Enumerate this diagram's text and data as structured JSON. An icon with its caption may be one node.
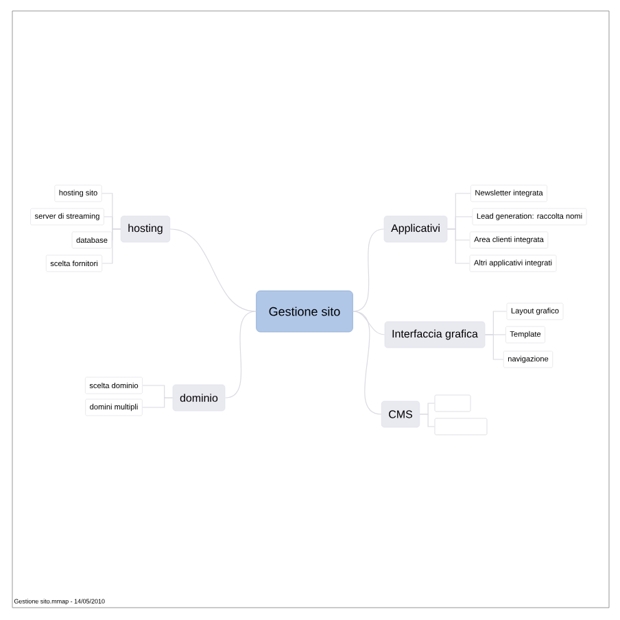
{
  "diagram": {
    "nodes": [
      {
        "text": [
          "Gestione sito"
        ]
      },
      {
        "text": [
          "hosting"
        ]
      },
      {
        "text": [
          "hosting sito"
        ]
      },
      {
        "text": [
          "server di streaming"
        ]
      },
      {
        "text": [
          "database"
        ]
      },
      {
        "text": [
          "scelta fornitori"
        ]
      },
      {
        "text": [
          "dominio"
        ]
      },
      {
        "text": [
          "scelta dominio"
        ]
      },
      {
        "text": [
          "domini multipli"
        ]
      },
      {
        "text": [
          "Applicativi"
        ]
      },
      {
        "text": [
          "Newsletter integrata"
        ]
      },
      {
        "text": [
          "Lead generation: raccolta nomi"
        ]
      },
      {
        "text": [
          "Area clienti integrata"
        ]
      },
      {
        "text": [
          "Altri applicativi integrati"
        ]
      },
      {
        "text": [
          "Interfaccia grafica"
        ]
      },
      {
        "text": [
          "Layout grafico"
        ]
      },
      {
        "text": [
          "Template"
        ]
      },
      {
        "text": [
          "navigazione"
        ]
      },
      {
        "text": [
          "CMS"
        ]
      },
      {
        "text": [],
        "shape": "box"
      },
      {
        "text": [],
        "shape": "box"
      }
    ],
    "edges": [
      {
        "from": 0,
        "to": 1,
        "arrow": "none"
      },
      {
        "from": 1,
        "to": 2,
        "arrow": "none"
      },
      {
        "from": 1,
        "to": 3,
        "arrow": "none"
      },
      {
        "from": 1,
        "to": 4,
        "arrow": "none"
      },
      {
        "from": 1,
        "to": 5,
        "arrow": "none"
      },
      {
        "from": 0,
        "to": 6,
        "arrow": "none"
      },
      {
        "from": 6,
        "to": 7,
        "arrow": "none"
      },
      {
        "from": 6,
        "to": 8,
        "arrow": "none"
      },
      {
        "from": 0,
        "to": 9,
        "arrow": "none"
      },
      {
        "from": 9,
        "to": 10,
        "arrow": "none"
      },
      {
        "from": 9,
        "to": 11,
        "arrow": "none"
      },
      {
        "from": 9,
        "to": 12,
        "arrow": "none"
      },
      {
        "from": 9,
        "to": 13,
        "arrow": "none"
      },
      {
        "from": 0,
        "to": 14,
        "arrow": "none"
      },
      {
        "from": 14,
        "to": 15,
        "arrow": "none"
      },
      {
        "from": 14,
        "to": 16,
        "arrow": "none"
      },
      {
        "from": 14,
        "to": 17,
        "arrow": "none"
      },
      {
        "from": 0,
        "to": 18,
        "arrow": "none"
      },
      {
        "from": 18,
        "to": 19,
        "arrow": "none"
      },
      {
        "from": 18,
        "to": 20,
        "arrow": "none"
      }
    ],
    "labels": [
      "Gestione sito.mmap - 14/05/2010"
    ]
  }
}
